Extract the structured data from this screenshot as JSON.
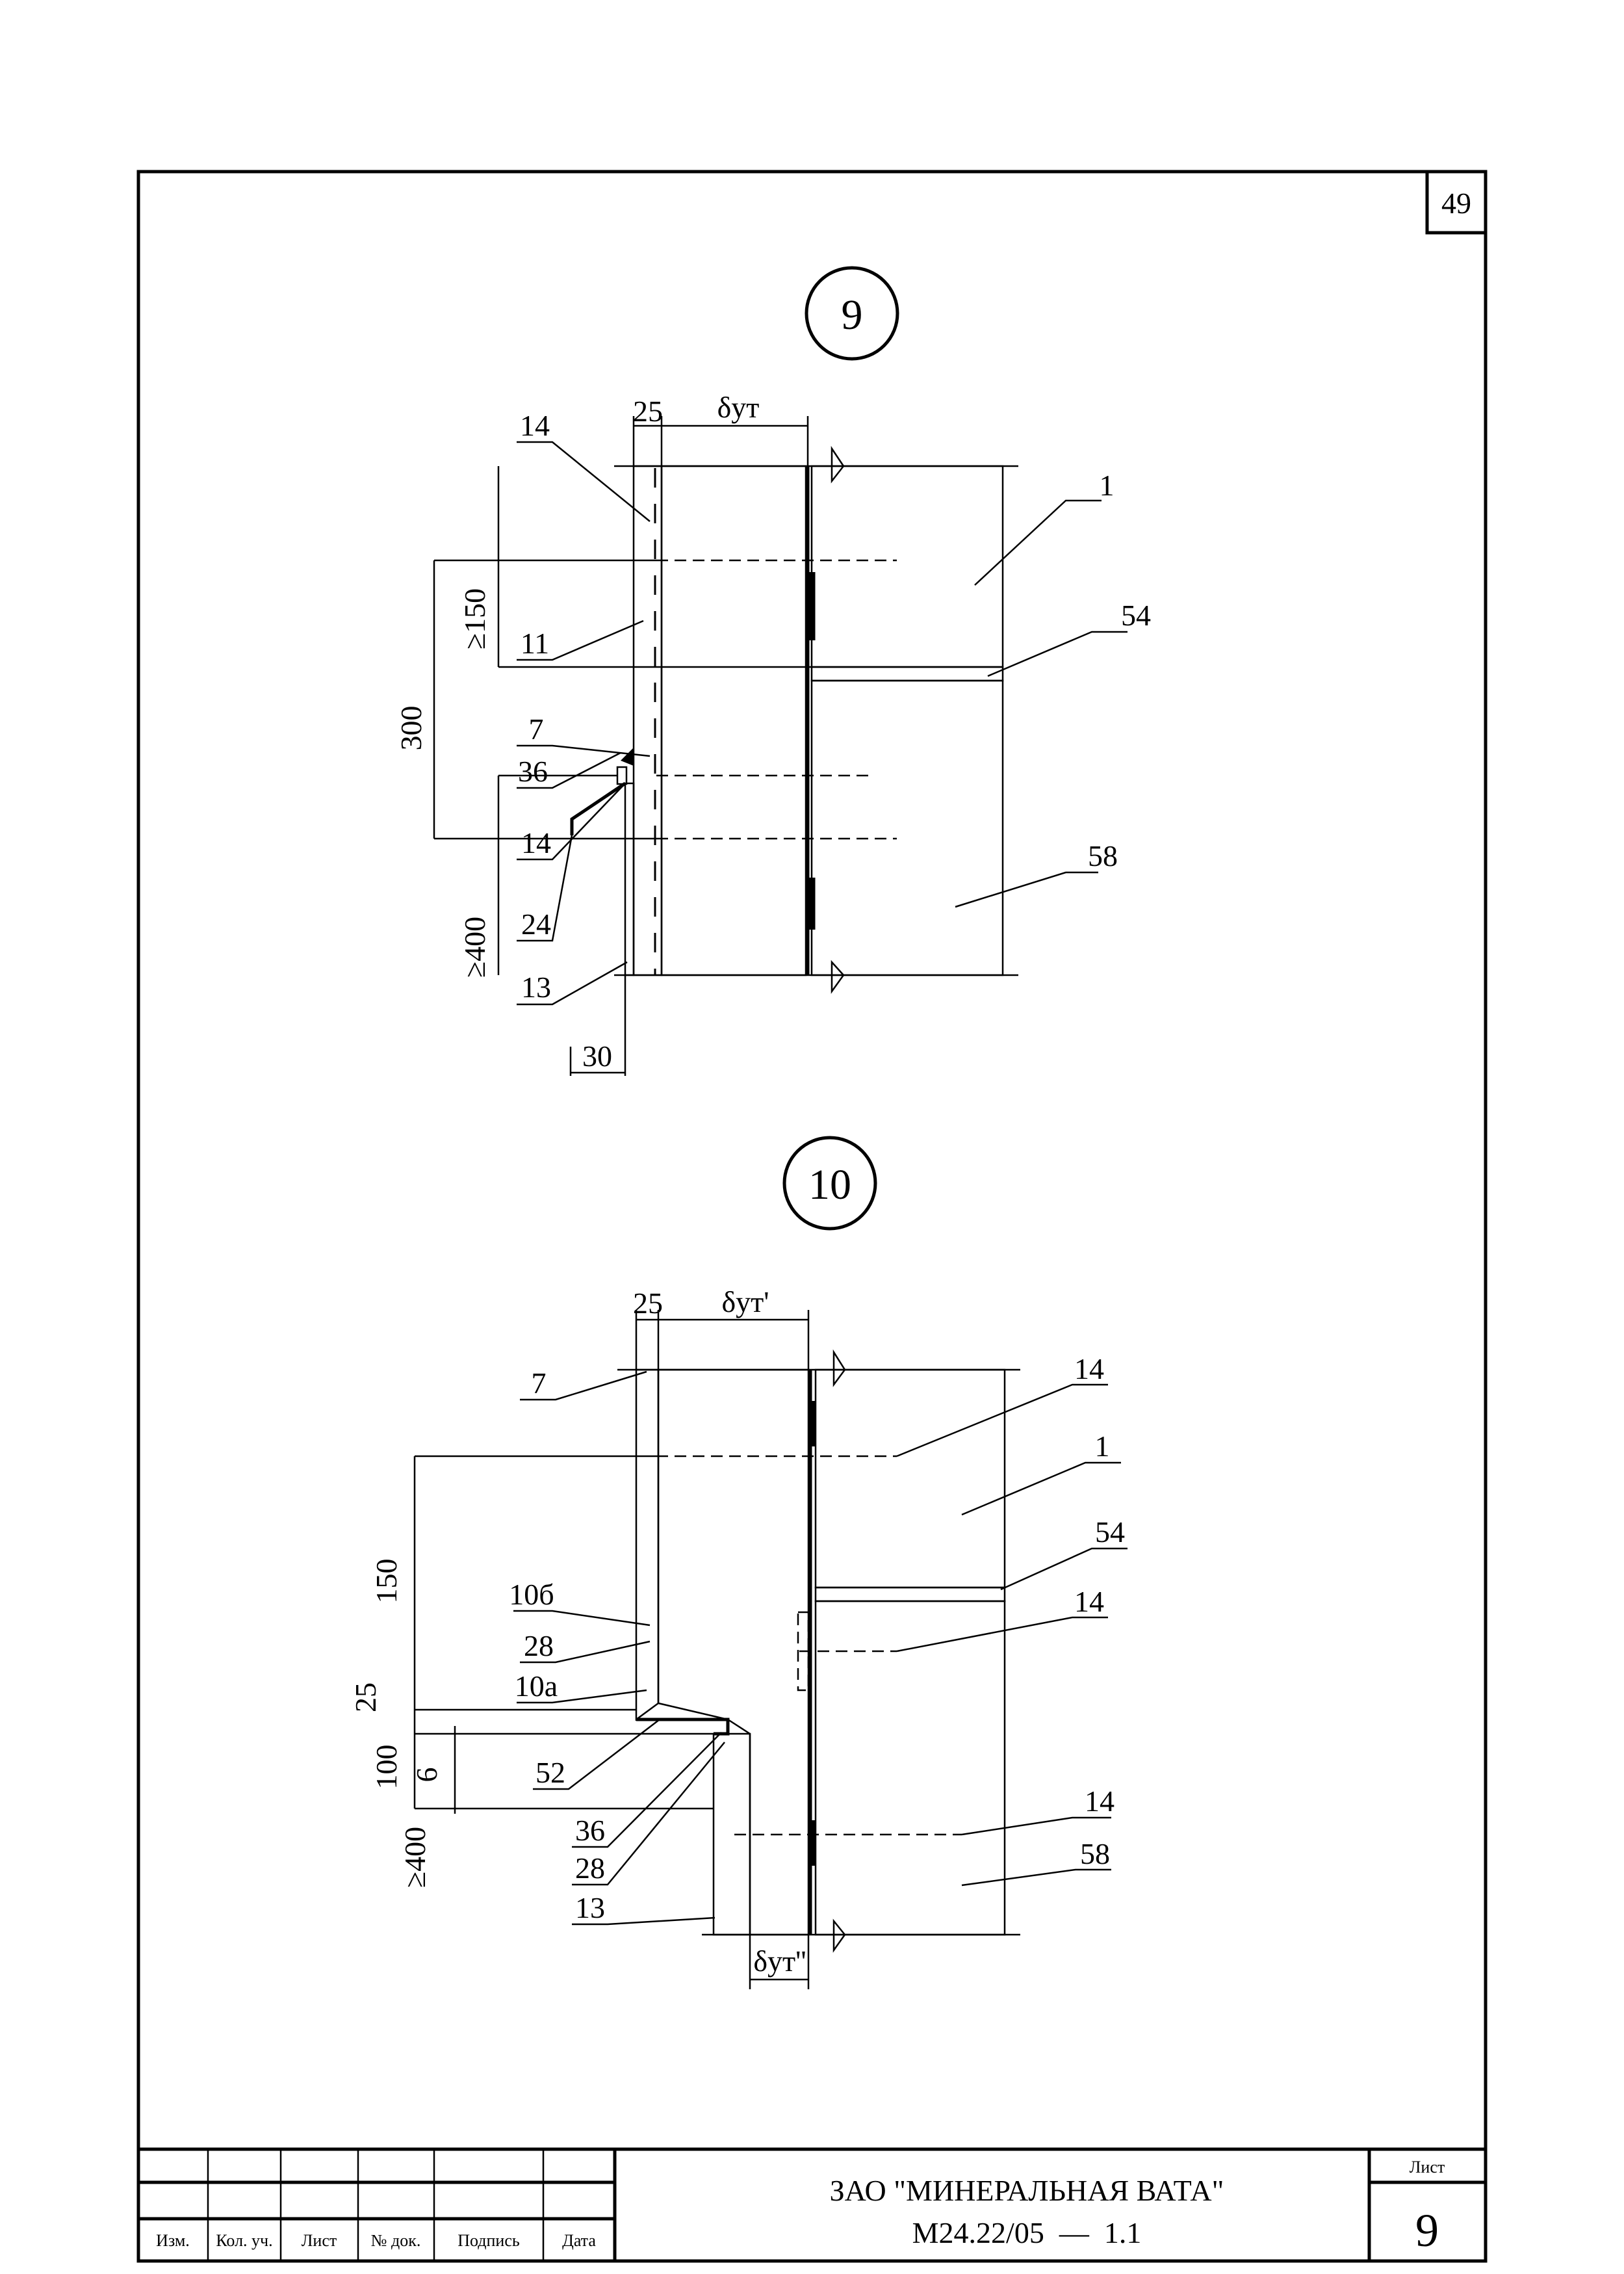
{
  "page": {
    "sheet_corner_number": "49"
  },
  "detail9": {
    "number": "9",
    "dims": {
      "d25": "25",
      "delta": "δут",
      "ge150": "≥150",
      "d300": "300",
      "ge400": "≥400",
      "d30": "30"
    },
    "callouts": {
      "c14a": "14",
      "c1": "1",
      "c54": "54",
      "c11": "11",
      "c7": "7",
      "c36": "36",
      "c14b": "14",
      "c58": "58",
      "c24": "24",
      "c13": "13"
    }
  },
  "detail10": {
    "number": "10",
    "dims": {
      "d25": "25",
      "delta1": "δут'",
      "d150": "150",
      "d25v": "25",
      "d100": "100",
      "d6": "6",
      "ge400": "≥400",
      "delta2": "δут''"
    },
    "callouts": {
      "c7": "7",
      "c14a": "14",
      "c1": "1",
      "c54": "54",
      "c10b": "10б",
      "c14b": "14",
      "c28a": "28",
      "c10a": "10а",
      "c52": "52",
      "c36": "36",
      "c14c": "14",
      "c28b": "28",
      "c58": "58",
      "c13": "13"
    }
  },
  "title_block": {
    "columns": [
      "Изм.",
      "Кол. уч.",
      "Лист",
      "№ док.",
      "Подпись",
      "Дата"
    ],
    "company": "ЗАО \"МИНЕРАЛЬНАЯ ВАТА\"",
    "code": "М24.22/05  —  1.1",
    "sheet_label": "Лист",
    "sheet_number": "9"
  }
}
